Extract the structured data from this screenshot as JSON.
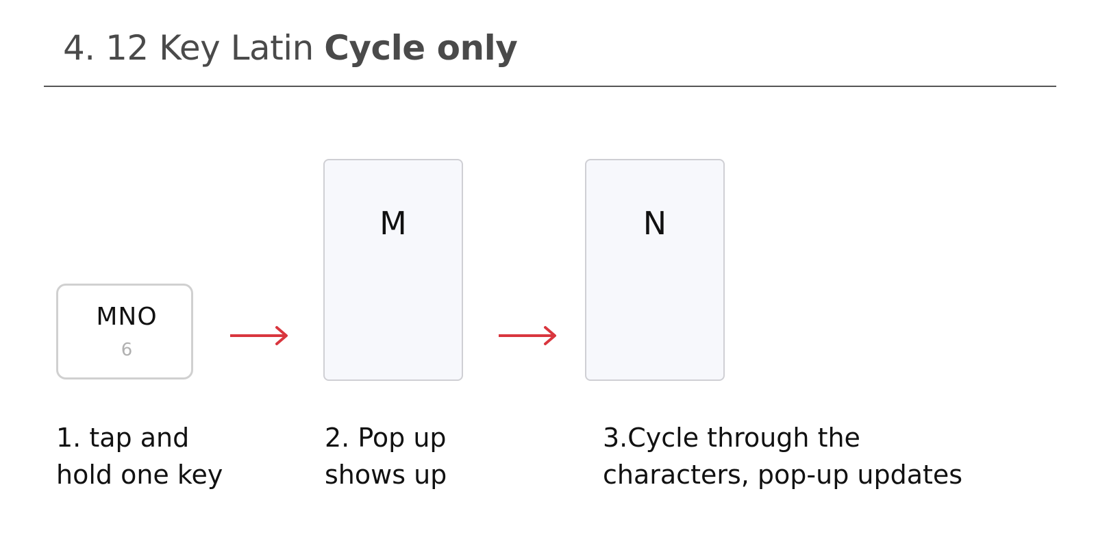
{
  "title": {
    "regular": "4. 12 Key Latin ",
    "bold": "Cycle only"
  },
  "key": {
    "letters": "MNO",
    "digit": "6"
  },
  "popups": [
    {
      "char": "M"
    },
    {
      "char": "N"
    }
  ],
  "arrow_color": "#d9363e",
  "steps": [
    {
      "line1": "1. tap and",
      "line2": "hold one key"
    },
    {
      "line1": "2. Pop up",
      "line2": "shows up"
    },
    {
      "line1": "3.Cycle through the",
      "line2": "characters, pop-up updates"
    }
  ]
}
